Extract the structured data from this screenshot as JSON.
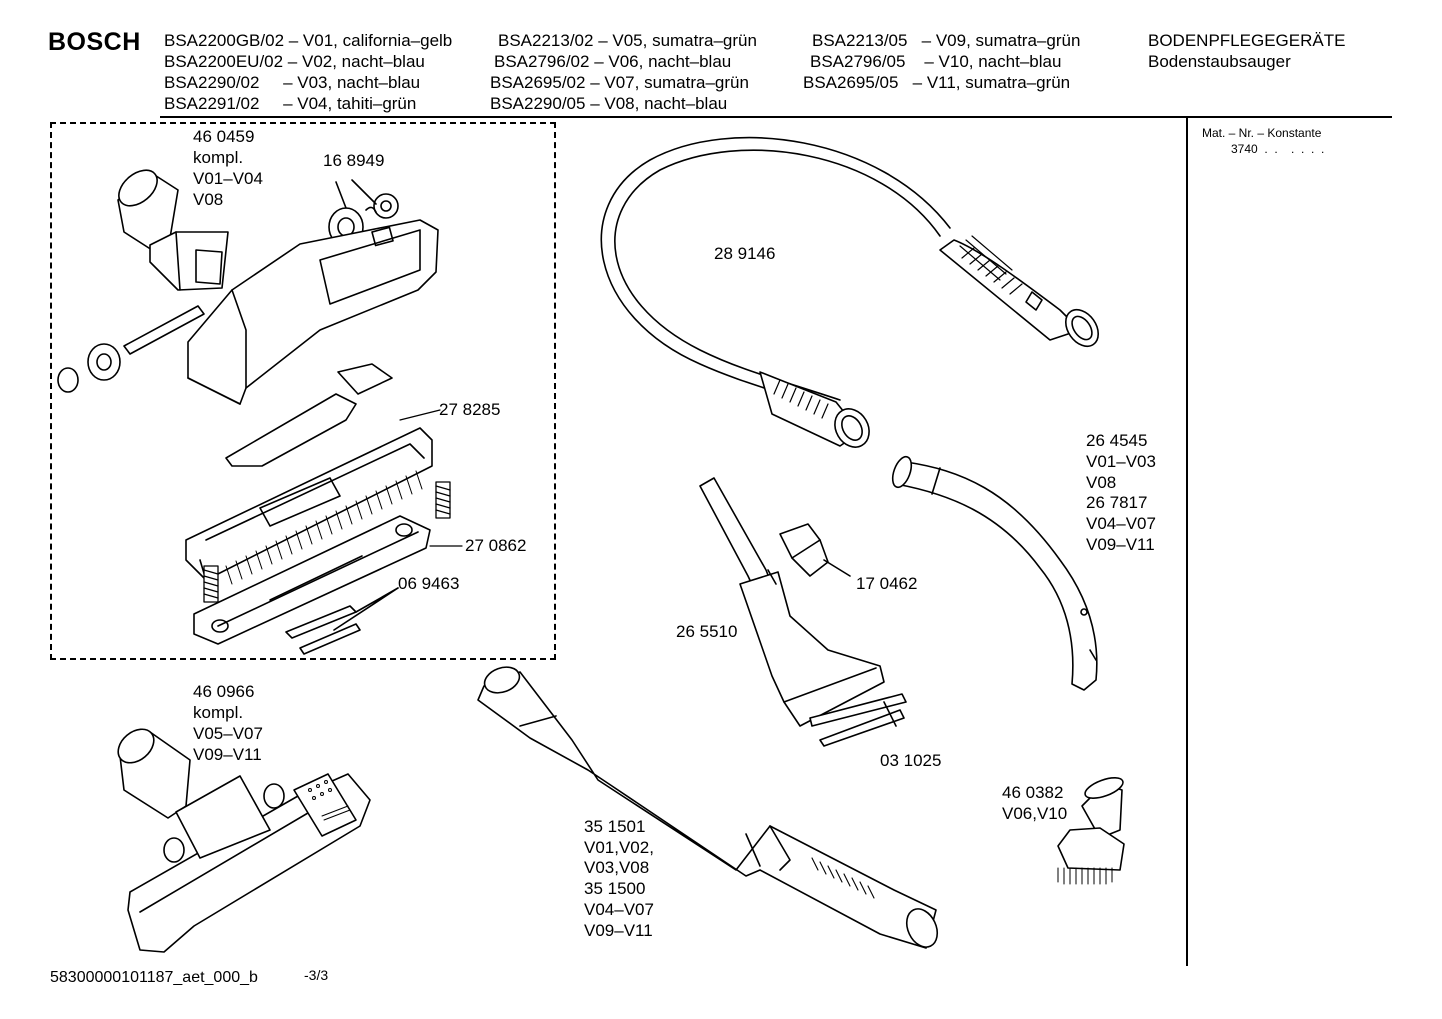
{
  "header": {
    "brand": "BOSCH",
    "models": [
      [
        "BSA2200GB/02 – V01, california–gelb",
        "BSA2213/02 – V05, sumatra–grün",
        "BSA2213/05   – V09, sumatra–grün"
      ],
      [
        "BSA2200EU/02 – V02, nacht–blau",
        "BSA2796/02 – V06, nacht–blau",
        "BSA2796/05    – V10, nacht–blau"
      ],
      [
        "BSA2290/02     – V03, nacht–blau",
        "BSA2695/02 – V07, sumatra–grün",
        "BSA2695/05   – V11, sumatra–grün"
      ],
      [
        "BSA2291/02     – V04, tahiti–grün",
        "BSA2290/05 – V08, nacht–blau",
        ""
      ]
    ],
    "category": "BODENPFLEGEGERÄTE",
    "subcategory": "Bodenstaubsauger"
  },
  "sidebar": {
    "mat_label": "Mat. – Nr. – Konstante",
    "mat_value": "3740  .  .    .  .  .  ."
  },
  "parts": {
    "p460459": [
      "46 0459",
      "kompl.",
      "V01–V04",
      "V08"
    ],
    "p168949": "16 8949",
    "p278285": "27 8285",
    "p270862": "27 0862",
    "p069463": "06 9463",
    "p289146": "28 9146",
    "p264545": [
      "26 4545",
      "V01–V03",
      "V08",
      "26 7817",
      "V04–V07",
      "V09–V11"
    ],
    "p170462": "17 0462",
    "p265510": "26 5510",
    "p031025": "03 1025",
    "p460966": [
      "46 0966",
      "kompl.",
      "V05–V07",
      "V09–V11"
    ],
    "p351501": [
      "35 1501",
      "V01,V02,",
      "V03,V08",
      "35 1500",
      "V04–V07",
      "V09–V11"
    ],
    "p460382": [
      "46 0382",
      "V06,V10"
    ]
  },
  "footer": {
    "doc_id": "58300000101187_aet_000_b",
    "page": "-3/3"
  }
}
